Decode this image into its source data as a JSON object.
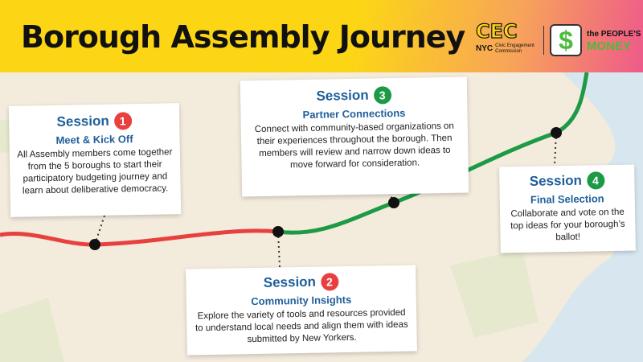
{
  "header": {
    "title": "Borough Assembly Journey",
    "logo_cec": "CEC",
    "logo_nyc": "NYC",
    "logo_cec_sub": "Civic Engagement Commission",
    "logo_money_top": "the PEOPLE'S",
    "logo_money_bottom": "MONEY"
  },
  "colors": {
    "red": "#e8403f",
    "green": "#1d9a46",
    "blue": "#1f5f9a"
  },
  "sessions": [
    {
      "label": "Session",
      "number": "1",
      "title": "Meet & Kick Off",
      "description": "All Assembly members come together from the 5 boroughs to start their participatory budgeting journey and learn about deliberative democracy."
    },
    {
      "label": "Session",
      "number": "2",
      "title": "Community Insights",
      "description": "Explore the variety of tools and resources provided to understand local needs and align them with ideas submitted by New Yorkers."
    },
    {
      "label": "Session",
      "number": "3",
      "title": "Partner Connections",
      "description": "Connect with community-based organizations on their experiences throughout the borough. Then members will review and narrow down ideas to move forward for consideration."
    },
    {
      "label": "Session",
      "number": "4",
      "title": "Final Selection",
      "description": "Collaborate and vote on the top ideas for your borough’s ballot!"
    }
  ]
}
